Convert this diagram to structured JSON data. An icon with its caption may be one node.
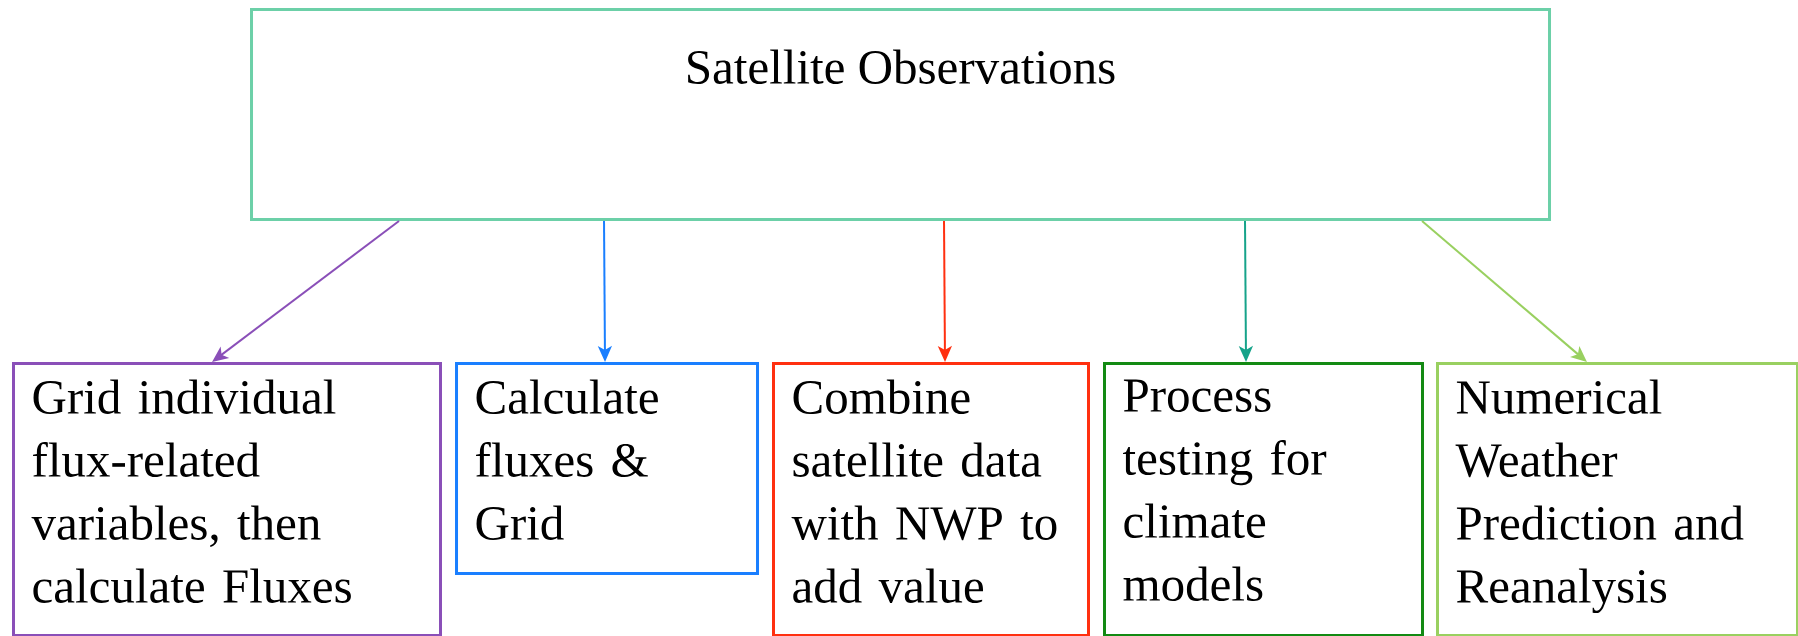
{
  "diagram": {
    "nodes": [
      {
        "text": [
          "Satellite Observations"
        ]
      },
      {
        "text": [
          "Grid individual flux-related variables, then calculate Fluxes"
        ]
      },
      {
        "text": [
          "Calculate fluxes & Grid"
        ]
      },
      {
        "text": [
          "Combine satellite data with NWP to add value"
        ]
      },
      {
        "text": [
          "Process testing for climate models"
        ]
      },
      {
        "text": [
          "Numerical Weather Prediction and Reanalysis"
        ]
      }
    ],
    "edges": [
      {
        "from": 0,
        "to": 1,
        "arrow": "to",
        "color": "#8a4fb8"
      },
      {
        "from": 0,
        "to": 2,
        "arrow": "to",
        "color": "#1a7fff"
      },
      {
        "from": 0,
        "to": 3,
        "arrow": "to",
        "color": "#ff3010"
      },
      {
        "from": 0,
        "to": 4,
        "arrow": "to",
        "color": "#16a38a"
      },
      {
        "from": 0,
        "to": 5,
        "arrow": "to",
        "color": "#99d060"
      }
    ]
  }
}
